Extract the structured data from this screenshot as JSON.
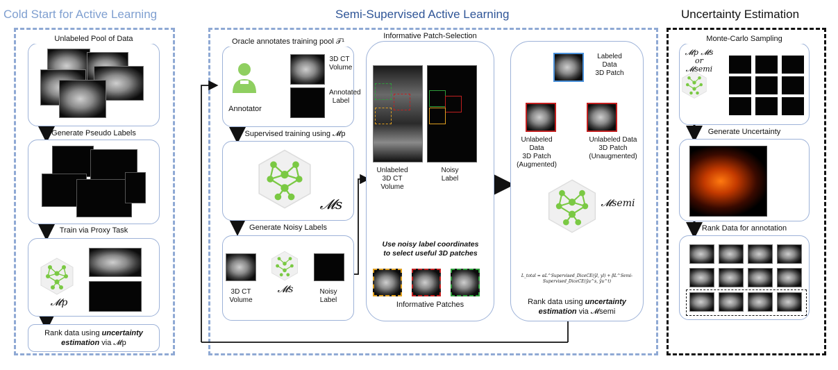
{
  "sections": {
    "cold_start": "Cold Start for Active Learning",
    "semi": "Semi-Supervised Active Learning",
    "uncertainty": "Uncertainty Estimation"
  },
  "cold": {
    "pool": "Unlabeled Pool of Data",
    "pseudo": "Generate Pseudo Labels",
    "proxy": "Train via Proxy Task",
    "model": "𝓜p",
    "rank_prefix": "Rank data using ",
    "rank_bold": "uncertainty estimation",
    "rank_suffix": " via 𝓜p"
  },
  "semi": {
    "oracle": "Oracle annotates training pool 𝒯¹",
    "ct_volume": "3D CT Volume",
    "annotated_label": "Annotated Label",
    "annotator": "Annotator",
    "supervised": "Supervised training using 𝓜p",
    "model_s": "𝓜s",
    "noisy_title": "Generate Noisy Labels",
    "ct_volume2": "3D CT\nVolume",
    "model_s_small": "𝓜s",
    "noisy_label": "Noisy\nLabel",
    "patch_title": "Informative Patch-Selection",
    "unlabeled_ct": "Unlabeled\n3D CT\nVolume",
    "noisy_label2": "Noisy\nLabel",
    "use_noisy": "Use noisy label coordinates\nto select useful 3D patches",
    "informative": "Informative Patches",
    "labeled": "Labeled\nData\n3D Patch",
    "unlabeled_aug": "Unlabeled\nData\n3D Patch\n(Augmented)",
    "unlabeled_unaug": "Unlabeled Data\n3D Patch\n(Unaugmented)",
    "model_semi": "𝓜semi",
    "loss": "L_total = αL^Supervised_DiceCE(ŷl, yl) + βL^Semi-Supervised_DiceCE(ŷu^s, ŷu^t)",
    "rank_prefix": "Rank data using ",
    "rank_bold": "uncertainty estimation",
    "rank_suffix": " via 𝓜semi"
  },
  "unc": {
    "mc": "Monte-Carlo Sampling",
    "models": "𝓜p 𝓜s\nor\n𝓜semi",
    "gen": "Generate Uncertainty",
    "rank": "Rank Data for annotation"
  },
  "colors": {
    "panel_blue": "#8fa9d4",
    "network_green": "#7ac943",
    "arrow_blue": "#5b8fd6",
    "arrow_red": "#c0272d",
    "patch_green": "#2e9e3b",
    "patch_red": "#c21f1f",
    "patch_orange": "#e0a020"
  },
  "icons": [
    "neural-network-icon",
    "annotator-person-icon",
    "ct-volume-cube-icon"
  ]
}
